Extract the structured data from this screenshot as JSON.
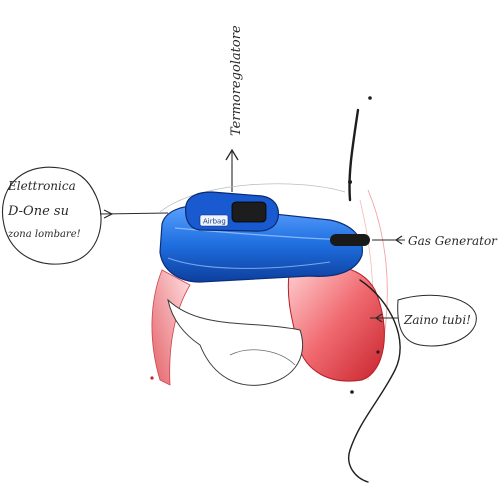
{
  "annotations": {
    "top_vertical": "Termoregolatore",
    "left_bubble_line1": "Elettronica",
    "left_bubble_line2": "D-One su",
    "left_bubble_line3": "zona lombare!",
    "right_gas": "Gas Generator",
    "right_lower": "Zaino tubi!"
  },
  "device": {
    "screen_label": "Airbag"
  },
  "colors": {
    "device_blue": "#1f6fe0",
    "device_blue_dark": "#0d3f9e",
    "back_red": "#e0434a",
    "ink": "#1e1e1e"
  },
  "icons": {
    "arrow_up": "arrow-up-icon",
    "arrow_right": "arrow-right-icon"
  }
}
